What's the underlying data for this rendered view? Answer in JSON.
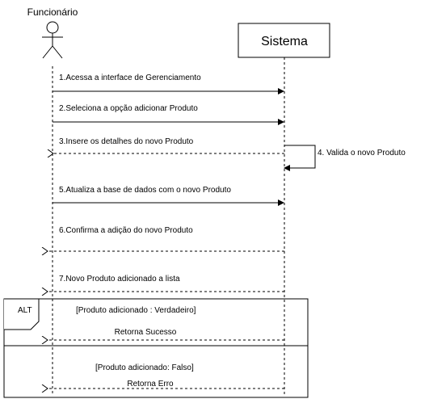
{
  "actor": {
    "name": "Funcionário",
    "icon": "stick-figure-icon"
  },
  "system": {
    "name": "Sistema"
  },
  "messages": [
    {
      "label": "1.Acessa a interface de Gerenciamento",
      "from": "actor",
      "to": "system",
      "style": "solid"
    },
    {
      "label": "2.Seleciona a opção adicionar Produto",
      "from": "actor",
      "to": "system",
      "style": "solid"
    },
    {
      "label": "3.Insere os detalhes do novo Produto",
      "from": "system",
      "to": "actor",
      "style": "dashed"
    },
    {
      "label": "4. Valida o novo Produto",
      "from": "system",
      "to": "system",
      "style": "self"
    },
    {
      "label": "5.Atualiza a base de dados com o novo Produto",
      "from": "actor",
      "to": "system",
      "style": "solid"
    },
    {
      "label": "6.Confirma a adição do novo Produto",
      "from": "system",
      "to": "actor",
      "style": "dashed"
    },
    {
      "label": "7.Novo Produto adicionado a lista",
      "from": "system",
      "to": "actor",
      "style": "dashed"
    }
  ],
  "alt_fragment": {
    "label": "ALT",
    "operands": [
      {
        "guard": "[Produto adicionado : Verdadeiro]",
        "message": "Retorna Sucesso"
      },
      {
        "guard": "[Produto adicionado: Falso]",
        "message": "Retorna Erro"
      }
    ]
  }
}
